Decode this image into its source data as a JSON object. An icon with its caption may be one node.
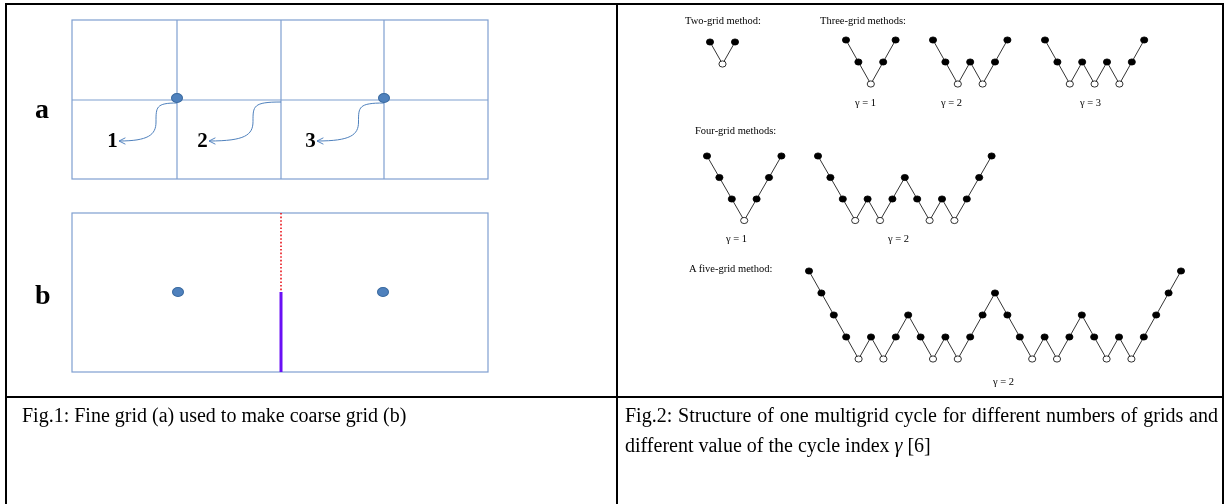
{
  "diagram": {
    "nodes": [
      {
        "text": [],
        "shape": "circle"
      },
      {
        "text": [
          "1"
        ]
      },
      {
        "text": [
          "2"
        ]
      },
      {
        "text": [],
        "shape": "circle"
      },
      {
        "text": [
          "3"
        ]
      },
      {
        "text": [],
        "shape": "circle"
      },
      {
        "text": [],
        "shape": "circle"
      }
    ],
    "edges": [
      {
        "from": 0,
        "to": 1,
        "arrow": "to"
      },
      {
        "from": null,
        "to": 2,
        "arrow": "to"
      },
      {
        "from": 3,
        "to": 4,
        "arrow": "to"
      }
    ],
    "labels": [
      "a",
      "b",
      "Two-grid method:",
      "Three-grid methods:",
      "γ = 1",
      "γ  = 2",
      "γ = 3",
      "Four-grid methods:",
      "γ = 1",
      "γ = 2",
      "A five-grid method:",
      "γ = 2",
      "Fig.1: Fine grid (a) used to make coarse grid (b)",
      "Fig.2: Structure of one multigrid cycle for different numbers of grids and different value of the cycle index *γ* [6]"
    ]
  }
}
